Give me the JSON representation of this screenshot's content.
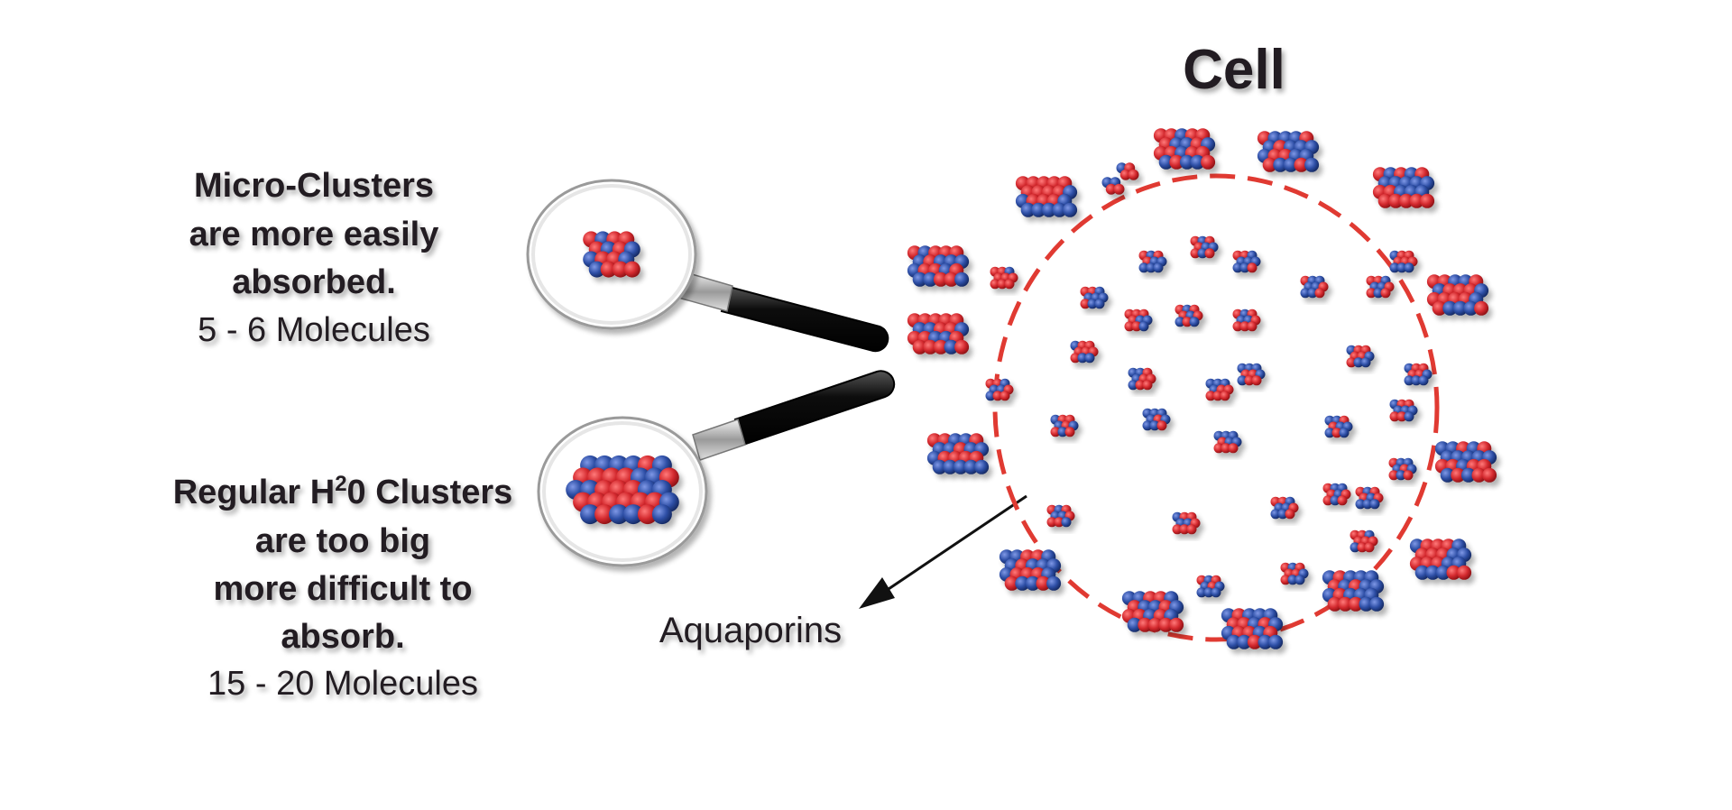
{
  "title": "Cell",
  "micro": {
    "line1": "Micro-Clusters",
    "line2": "are more easily",
    "line3": "absorbed.",
    "count": "5 - 6 Molecules"
  },
  "regular": {
    "line1_pre": "Regular H",
    "line1_sup": "2",
    "line1_post": "0 Clusters",
    "line2": "are too big",
    "line3": "more difficult to",
    "line4": "absorb.",
    "count": "15 - 20 Molecules"
  },
  "aquaporins": "Aquaporins",
  "colors": {
    "oxygen": "#d42a2f",
    "hydrogen": "#2e4fa6",
    "membrane": "#e03a32",
    "text": "#231f20",
    "handle": "#111111"
  }
}
